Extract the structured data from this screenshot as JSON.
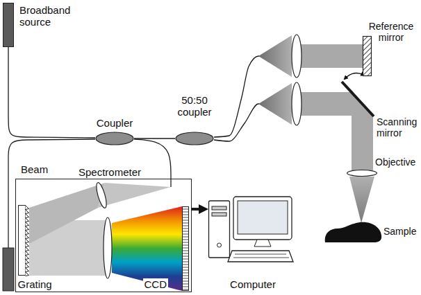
{
  "diagram": {
    "nodes": [
      {
        "text": [
          "Broadband source"
        ]
      },
      {
        "text": [
          "Coupler"
        ]
      },
      {
        "text": [
          "50:50 coupler"
        ]
      },
      {
        "text": [
          "Reference mirror"
        ]
      },
      {
        "text": [
          "Scanning mirror"
        ]
      },
      {
        "text": [
          "Objective"
        ]
      },
      {
        "text": [
          "Sample"
        ]
      },
      {
        "text": [
          "Spectrometer"
        ]
      },
      {
        "text": [
          "Grating"
        ],
        "in": 7
      },
      {
        "text": [
          "CCD"
        ],
        "in": 7
      },
      {
        "text": [
          "Computer"
        ]
      }
    ],
    "edges": [
      {
        "from": 0,
        "to": 1,
        "arrow": "none"
      },
      {
        "from": 1,
        "to": 2,
        "arrow": "none"
      },
      {
        "from": 1,
        "to": 7,
        "arrow": "none"
      },
      {
        "from": 2,
        "to": 3,
        "arrow": "none"
      },
      {
        "from": 2,
        "to": 4,
        "arrow": "none"
      },
      {
        "from": 4,
        "to": 5,
        "arrow": "none"
      },
      {
        "from": 5,
        "to": 6,
        "arrow": "none"
      },
      {
        "from": 7,
        "to": 10,
        "arrow": "to"
      }
    ],
    "labels": [
      "Beam"
    ]
  }
}
